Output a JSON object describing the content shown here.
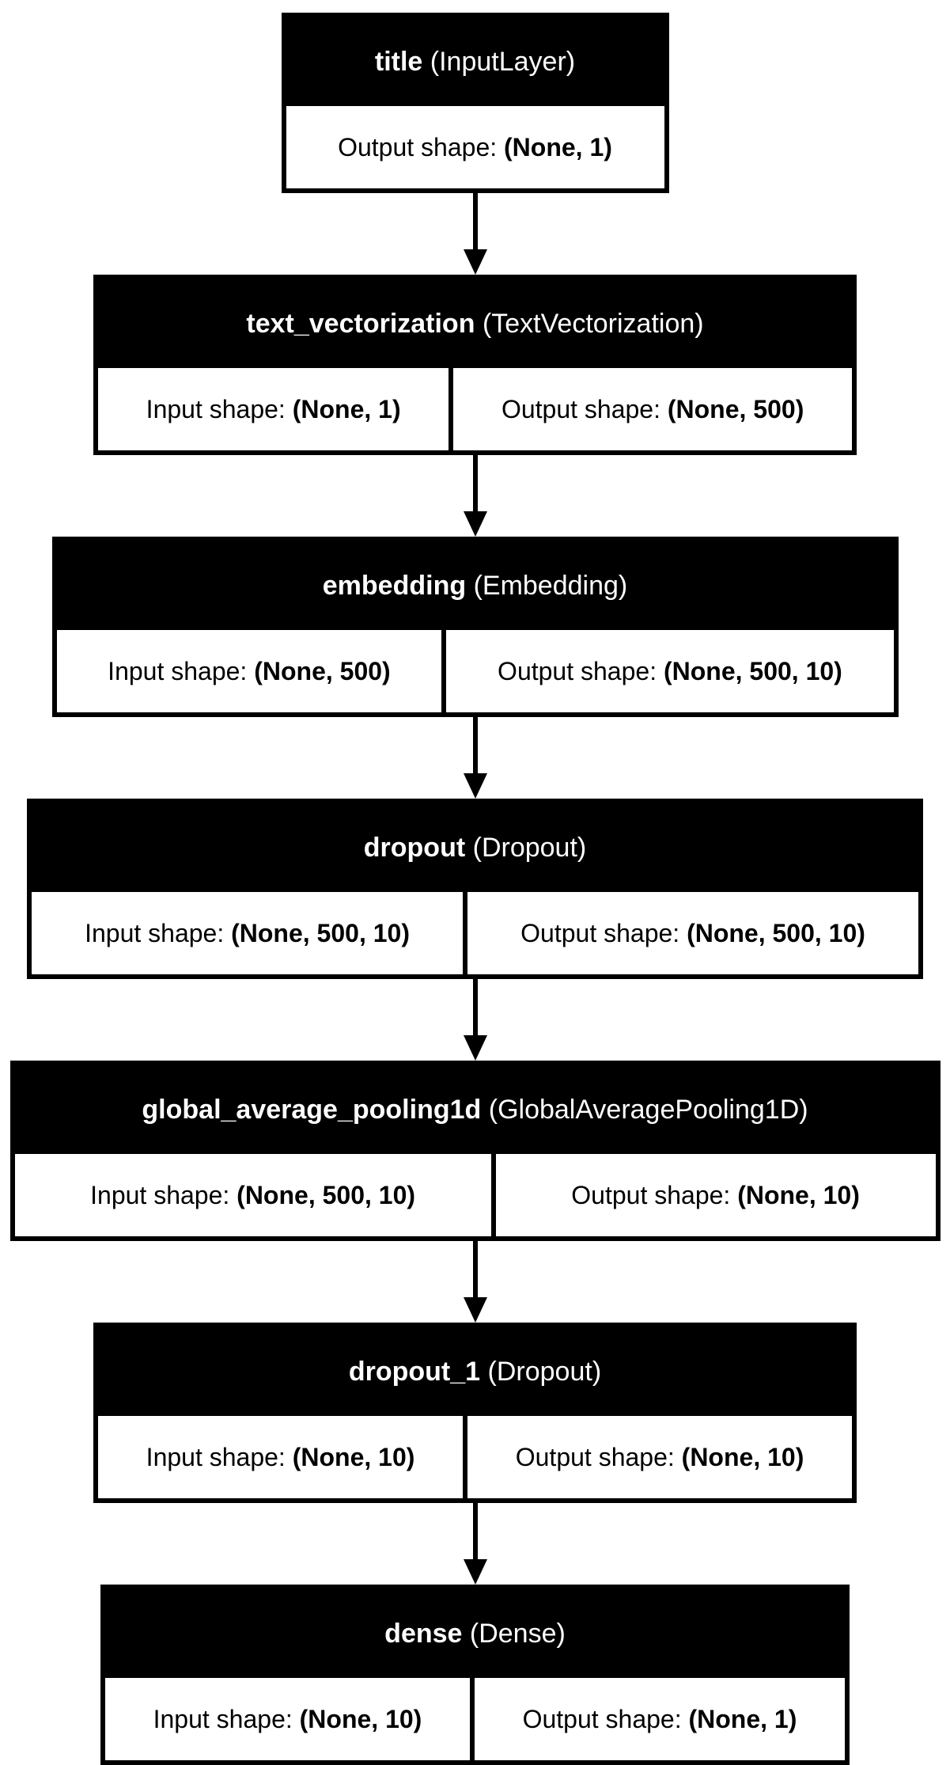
{
  "diagram": {
    "labels": {
      "input": "Input shape:",
      "output": "Output shape:"
    },
    "colors": {
      "node_background": "#000000",
      "cell_background": "#ffffff",
      "header_text": "#ffffff",
      "cell_text": "#000000",
      "arrow": "#000000"
    },
    "nodes": [
      {
        "name": "title",
        "type": "(InputLayer)",
        "output_shape": "(None, 1)"
      },
      {
        "name": "text_vectorization",
        "type": "(TextVectorization)",
        "input_shape": "(None, 1)",
        "output_shape": "(None, 500)"
      },
      {
        "name": "embedding",
        "type": "(Embedding)",
        "input_shape": "(None, 500)",
        "output_shape": "(None, 500, 10)"
      },
      {
        "name": "dropout",
        "type": "(Dropout)",
        "input_shape": "(None, 500, 10)",
        "output_shape": "(None, 500, 10)"
      },
      {
        "name": "global_average_pooling1d",
        "type": "(GlobalAveragePooling1D)",
        "input_shape": "(None, 500, 10)",
        "output_shape": "(None, 10)"
      },
      {
        "name": "dropout_1",
        "type": "(Dropout)",
        "input_shape": "(None, 10)",
        "output_shape": "(None, 10)"
      },
      {
        "name": "dense",
        "type": "(Dense)",
        "input_shape": "(None, 10)",
        "output_shape": "(None, 1)"
      }
    ]
  }
}
